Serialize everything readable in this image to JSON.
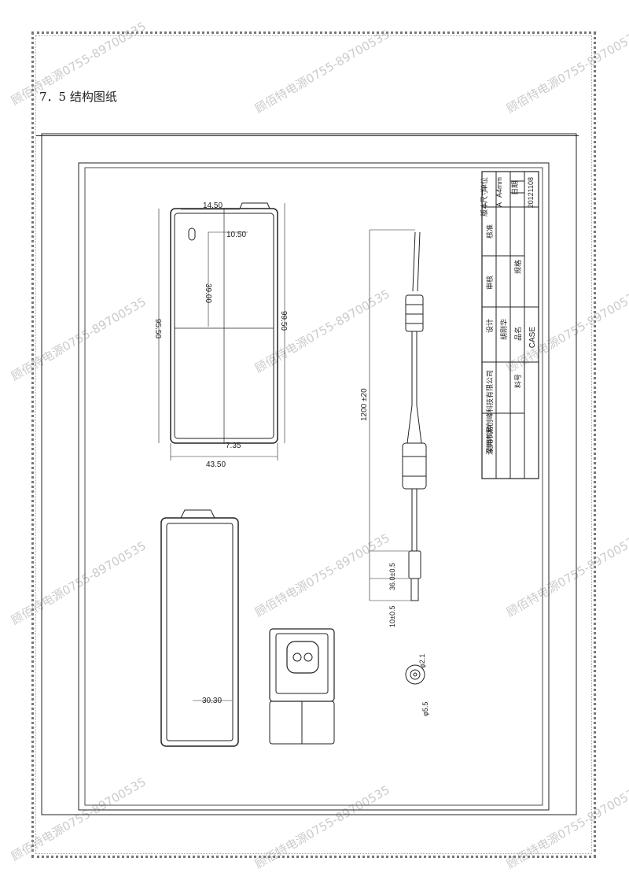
{
  "section": {
    "title": "7．5 结构图纸"
  },
  "watermark": {
    "text": "顾佰特电源0755-89700535"
  },
  "top_view": {
    "dim_top_width": "14.50",
    "dim_slot_offset": "10.50",
    "dim_inner_height": "39.00",
    "dim_left_height": "95.50",
    "dim_right_height": "99.50",
    "dim_bottom_offset": "7.35",
    "dim_total_width": "43.50"
  },
  "side_view": {
    "dim_thickness": "30.30"
  },
  "cable": {
    "dim_length": "1200 ±20",
    "dim_plug_length": "36.0±0.5",
    "dim_tip_length": "10±0.5"
  },
  "dc_plug": {
    "inner_diameter": "φ2.1",
    "outer_diameter": "φ5.5"
  },
  "title_block": {
    "unit_label": "单位",
    "unit_value": "mm",
    "size_label": "尺寸",
    "size_value": "A4",
    "version_label": "版本",
    "version_value": "A",
    "date_label": "日期",
    "date_value": "20121108",
    "approve_label": "核准",
    "review_label": "审核",
    "design_label": "设计",
    "designer": "胡刚华",
    "spec_label": "规格",
    "product_label": "品名",
    "product_value": "CASE",
    "company": "深圳市易创峰科技有限公司",
    "part_no_label": "料号",
    "model_label": "使用机种"
  }
}
